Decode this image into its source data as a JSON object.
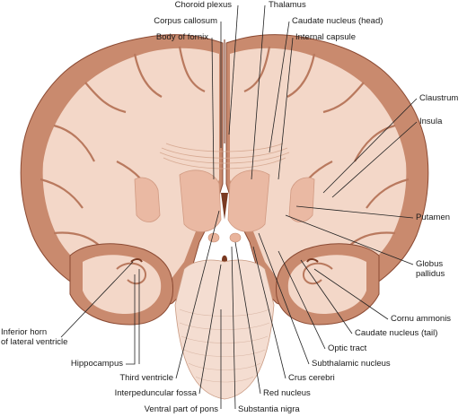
{
  "labels": {
    "choroid_plexus": "Choroid plexus",
    "thalamus": "Thalamus",
    "corpus_callosum": "Corpus callosum",
    "caudate_head": "Caudate nucleus (head)",
    "body_of_fornix": "Body of fornix",
    "internal_capsule": "Internal capsule",
    "claustrum": "Claustrum",
    "insula": "Insula",
    "putamen": "Putamen",
    "globus_pallidus_1": "Globus",
    "globus_pallidus_2": "pallidus",
    "cornu_ammonis": "Cornu ammonis",
    "caudate_tail": "Caudate nucleus (tail)",
    "optic_tract": "Optic tract",
    "subthalamic_nucleus": "Subthalamic nucleus",
    "crus_cerebri": "Crus cerebri",
    "red_nucleus": "Red nucleus",
    "substantia_nigra": "Substantia nigra",
    "ventral_pons": "Ventral part of pons",
    "interpeduncular_fossa": "Interpeduncular fossa",
    "third_ventricle": "Third ventricle",
    "hippocampus": "Hippocampus",
    "inferior_horn_1": "Inferior horn",
    "inferior_horn_2": "of lateral ventricle"
  },
  "colors": {
    "grey_matter": "#c98a6e",
    "white_matter": "#f3d7c8",
    "deep_nuclei": "#eab9a3",
    "ventricle": "#7a3a22",
    "outline": "#8b4a33",
    "background": "#ffffff"
  }
}
